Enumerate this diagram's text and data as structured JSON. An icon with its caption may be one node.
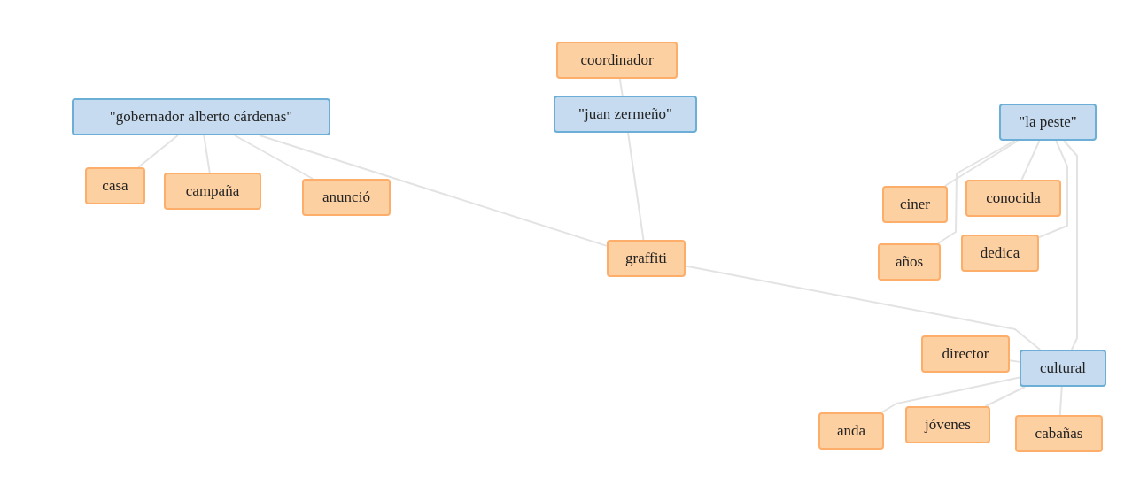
{
  "diagram": {
    "nodes": [
      {
        "text": [
          "\"gobernador alberto cárdenas\""
        ]
      },
      {
        "text": [
          "casa"
        ]
      },
      {
        "text": [
          "campaña"
        ]
      },
      {
        "text": [
          "anunció"
        ]
      },
      {
        "text": [
          "coordinador"
        ]
      },
      {
        "text": [
          "\"juan zermeño\""
        ]
      },
      {
        "text": [
          "graffiti"
        ]
      },
      {
        "text": [
          "\"la peste\""
        ]
      },
      {
        "text": [
          "ciner"
        ]
      },
      {
        "text": [
          "conocida"
        ]
      },
      {
        "text": [
          "años"
        ]
      },
      {
        "text": [
          "dedica"
        ]
      },
      {
        "text": [
          "director"
        ]
      },
      {
        "text": [
          "cultural"
        ]
      },
      {
        "text": [
          "anda"
        ]
      },
      {
        "text": [
          "jóvenes"
        ]
      },
      {
        "text": [
          "cabañas"
        ]
      }
    ],
    "edges": [
      {
        "from": 0,
        "to": 1,
        "arrow": "none"
      },
      {
        "from": 0,
        "to": 2,
        "arrow": "none"
      },
      {
        "from": 0,
        "to": 3,
        "arrow": "none"
      },
      {
        "from": 0,
        "to": 6,
        "arrow": "none"
      },
      {
        "from": 5,
        "to": 4,
        "arrow": "none"
      },
      {
        "from": 5,
        "to": 6,
        "arrow": "none"
      },
      {
        "from": 6,
        "to": 13,
        "arrow": "none"
      },
      {
        "from": 7,
        "to": 8,
        "arrow": "none"
      },
      {
        "from": 7,
        "to": 10,
        "arrow": "none"
      },
      {
        "from": 7,
        "to": 9,
        "arrow": "none"
      },
      {
        "from": 7,
        "to": 11,
        "arrow": "none"
      },
      {
        "from": 7,
        "to": 13,
        "arrow": "none"
      },
      {
        "from": 13,
        "to": 12,
        "arrow": "none"
      },
      {
        "from": 13,
        "to": 14,
        "arrow": "none"
      },
      {
        "from": 13,
        "to": 15,
        "arrow": "none"
      },
      {
        "from": 13,
        "to": 16,
        "arrow": "none"
      }
    ]
  }
}
